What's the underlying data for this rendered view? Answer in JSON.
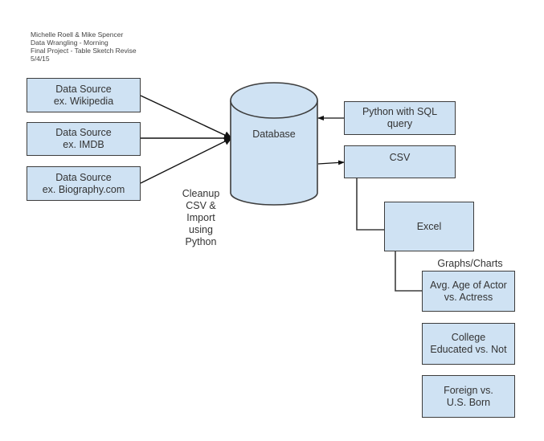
{
  "header": {
    "lines": [
      "Michelle Roell & Mike Spencer",
      "Data Wrangling - Morning",
      "Final Project - Table Sketch Revise",
      "5/4/15"
    ]
  },
  "sources": [
    {
      "line1": "Data Source",
      "line2": "ex. Wikipedia"
    },
    {
      "line1": "Data Source",
      "line2": "ex. IMDB"
    },
    {
      "line1": "Data Source",
      "line2": "ex. Biography.com"
    }
  ],
  "cleanup_label": [
    "Cleanup",
    "CSV &",
    "Import",
    "using",
    "Python"
  ],
  "database": {
    "label": "Database"
  },
  "python_sql": {
    "line1": "Python with SQL",
    "line2": "query"
  },
  "csv": {
    "label": "CSV"
  },
  "excel": {
    "label": "Excel"
  },
  "graphs_label": "Graphs/Charts",
  "charts": [
    {
      "line1": "Avg. Age of Actor",
      "line2": "vs. Actress"
    },
    {
      "line1": "College",
      "line2": "Educated vs. Not"
    },
    {
      "line1": "Foreign vs.",
      "line2": "U.S. Born"
    }
  ],
  "colors": {
    "box_fill": "#cfe2f3",
    "stroke": "#3d3d3d"
  }
}
